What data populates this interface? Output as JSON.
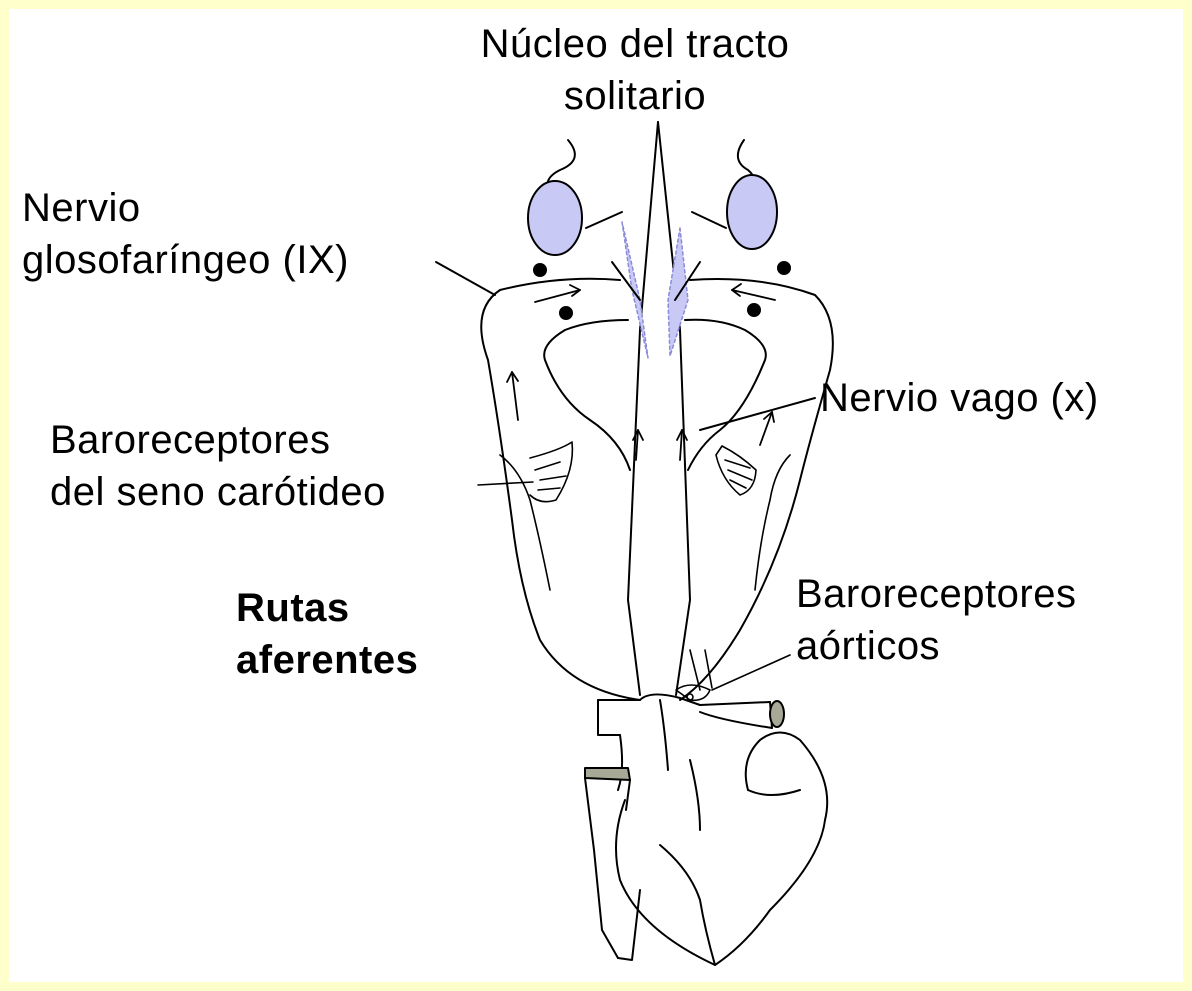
{
  "colors": {
    "frame": "#ffffcc",
    "nucleus_fill": "#c9c9f5",
    "vessel_cap": "#a8a896",
    "ink": "#000000"
  },
  "labels": {
    "nucleus_line1": "Núcleo del tracto",
    "nucleus_line2": "solitario",
    "glosso_line1": "Nervio",
    "glosso_line2": "glosofaríngeo (IX)",
    "vagus": "Nervio vago (x)",
    "carotid_line1": "Baroreceptores",
    "carotid_line2": "del seno carótideo",
    "routes_line1": "Rutas",
    "routes_line2": "aferentes",
    "aortic_line1": "Baroreceptores",
    "aortic_line2": "aórticos"
  }
}
